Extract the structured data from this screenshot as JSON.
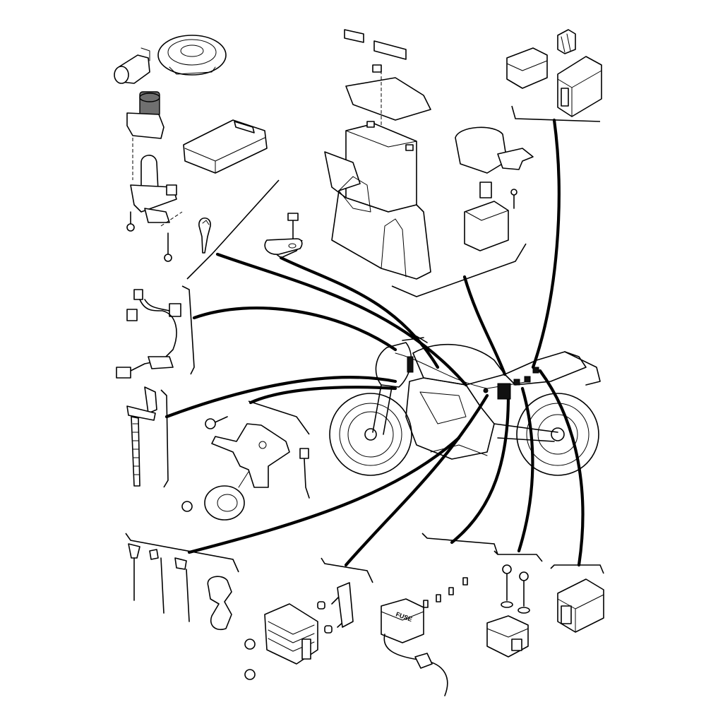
{
  "diagram": {
    "labels": {
      "fuse_box_marking": "FUSE"
    },
    "colors": {
      "line": "#000000",
      "background": "#ffffff",
      "shade": "#6f6f6f"
    },
    "parts": [
      "main-switch-lock",
      "fuel-tank-cap-lock",
      "ignition-key",
      "ecu-unit",
      "battery",
      "starter-relay",
      "relay-units",
      "wire-harness",
      "cable-ties",
      "horn",
      "rectifier-regulator",
      "fuse-box",
      "turn-signal-relay",
      "flasher-unit",
      "motorcycle"
    ]
  }
}
